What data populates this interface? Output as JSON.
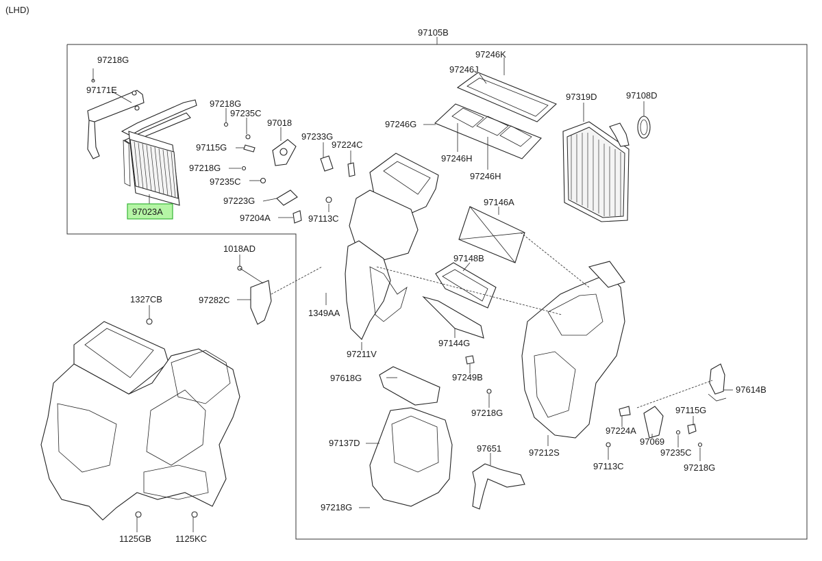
{
  "variant_label": "(LHD)",
  "assembly_label": "97105B",
  "highlight_color": "#b5f5a5",
  "highlight_border": "#36b336",
  "callouts": {
    "p97218G_a": "97218G",
    "p97171E": "97171E",
    "p97023A": "97023A",
    "p97218G_b": "97218G",
    "p97235C_a": "97235C",
    "p97018": "97018",
    "p97115G_a": "97115G",
    "p97218G_c": "97218G",
    "p97235C_b": "97235C",
    "p97223G": "97223G",
    "p97204A": "97204A",
    "p97233G": "97233G",
    "p97224C": "97224C",
    "p97113C_a": "97113C",
    "p97246K": "97246K",
    "p97246J": "97246J",
    "p97246G": "97246G",
    "p97246H_a": "97246H",
    "p97246H_b": "97246H",
    "p97319D": "97319D",
    "p97108D": "97108D",
    "p97146A": "97146A",
    "p97148B": "97148B",
    "p1018AD": "1018AD",
    "p97282C": "97282C",
    "p1349AA": "1349AA",
    "p1327CB": "1327CB",
    "p97211V": "97211V",
    "p97144G": "97144G",
    "p97249B": "97249B",
    "p97618G": "97618G",
    "p97218G_d": "97218G",
    "p97614B": "97614B",
    "p97115G_b": "97115G",
    "p97224A": "97224A",
    "p97069": "97069",
    "p97137D": "97137D",
    "p97651": "97651",
    "p97212S": "97212S",
    "p97113C_b": "97113C",
    "p97235C_c": "97235C",
    "p97218G_e": "97218G",
    "p97218G_f": "97218G",
    "p1125GB": "1125GB",
    "p1125KC": "1125KC"
  }
}
